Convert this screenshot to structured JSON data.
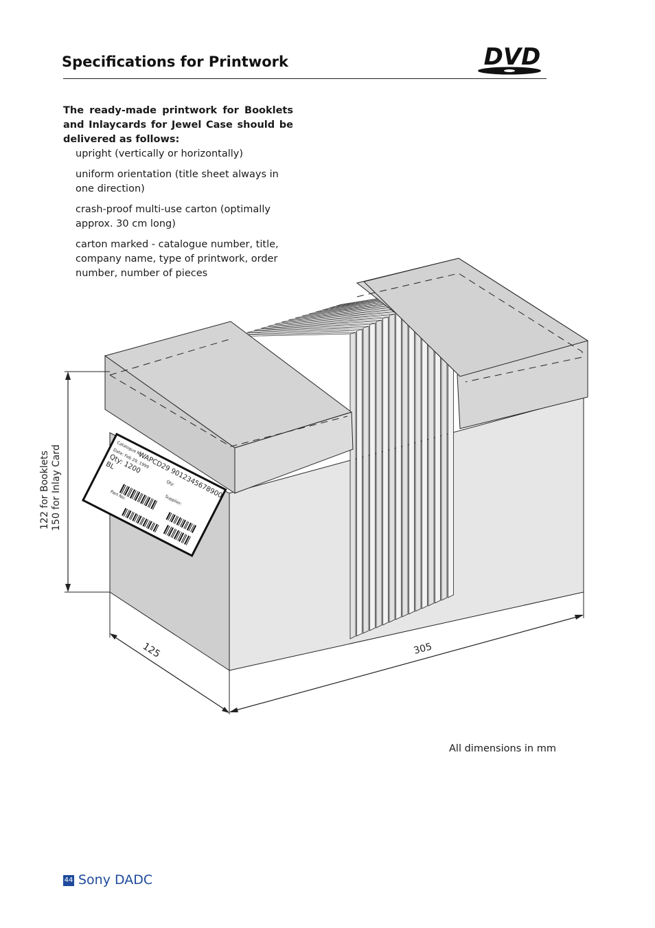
{
  "header": {
    "title": "Specifications for Printwork",
    "logo_text": "DVD"
  },
  "intro": "The ready-made printwork for Booklets and Inlaycards for Jewel Case should be delivered as follows:",
  "items": [
    "upright (vertically or horizontally)",
    "uniform orientation (title sheet always in one direction)",
    "crash-proof multi-use carton (optimally approx. 30 cm long)",
    "carton marked - catalogue number, title, company name, type of printwork, order number, number of pieces"
  ],
  "diagram": {
    "height_label_1": "122 for Booklets",
    "height_label_2": "150 for Inlay Card",
    "depth_label": "125",
    "length_label": "305",
    "carton_label": {
      "catalogue_line": "Catalogue No.",
      "catalogue_value": "WAPCD29 9012345678900",
      "date_line": "Date: Feb 29, 1999",
      "qty_line": "Qty: 1200",
      "bl_line": "BL",
      "qty_short": "Qty:",
      "supplier_line": "Supplier:",
      "part_line": "Part No:"
    }
  },
  "note": "All dimensions in mm",
  "footer": {
    "page_number": "44",
    "brand": "Sony DADC",
    "brand_color": "#1d4a9c"
  }
}
